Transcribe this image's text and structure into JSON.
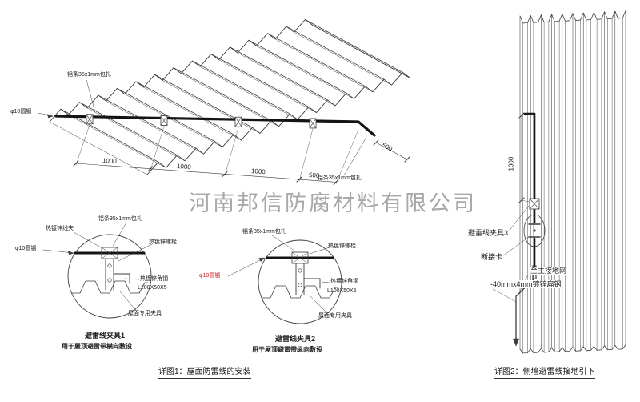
{
  "watermark": "河南邦信防腐材料有限公司",
  "roof": {
    "label_strip_top": "铝条35x1mm包扎",
    "label_round_steel": "φ10圆钢",
    "label_strip_bottom": "铝条35x1mm包扎",
    "dims": [
      "1000",
      "1000",
      "1000",
      "500"
    ],
    "dim_side": "500"
  },
  "detail1": {
    "label_clamp": "热镀锌线夹",
    "label_strip": "铝条35x1mm包扎",
    "label_bolt": "热镀锌螺栓",
    "label_round_steel": "φ10圆钢",
    "label_angle": "热镀锌角钢",
    "label_angle_spec": "L100X50X5",
    "label_roof_clamp": "屋面专用夹具",
    "title": "避雷线夹具1",
    "subtitle": "用于屋顶避雷带横向敷设"
  },
  "detail2": {
    "label_strip": "铝条35x1mm包扎",
    "label_bolt": "热镀锌螺栓",
    "label_round_steel": "φ10圆钢",
    "label_angle": "热镀锌角钢",
    "label_angle_spec": "L100X50X5",
    "label_roof_clamp": "屋面专用夹具",
    "title": "避雷线夹具2",
    "subtitle": "用于屋顶避雷带纵向敷设"
  },
  "wall": {
    "dim_height": "1000",
    "label_clamp3": "避雷线夹具3",
    "label_disconnect": "断接卡",
    "label_to_ground": "至主接地网",
    "label_flat_steel": "-40mmx4mm镀锌扁钢"
  },
  "captions": {
    "detail1": "详图1：屋面防雷线的安装",
    "detail2": "详图2：侧墙避雷线接地引下"
  },
  "colors": {
    "line": "#3b3b3b",
    "accent_red": "#cc2222",
    "watermark": "#9a9a9a"
  }
}
